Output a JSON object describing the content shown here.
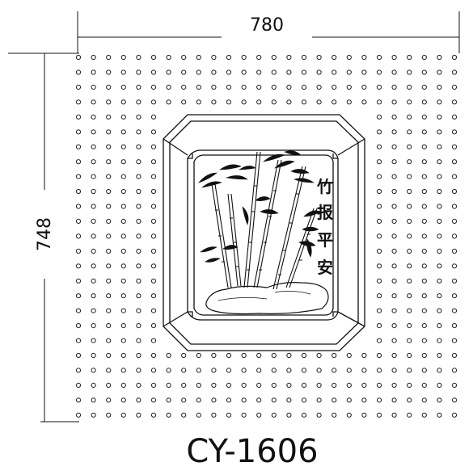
{
  "dimensions": {
    "width_label": "780",
    "height_label": "748"
  },
  "panel": {
    "inscription_chars": [
      "竹",
      "报",
      "平",
      "安"
    ],
    "motif": "bamboo"
  },
  "model_code": "CY-1606"
}
